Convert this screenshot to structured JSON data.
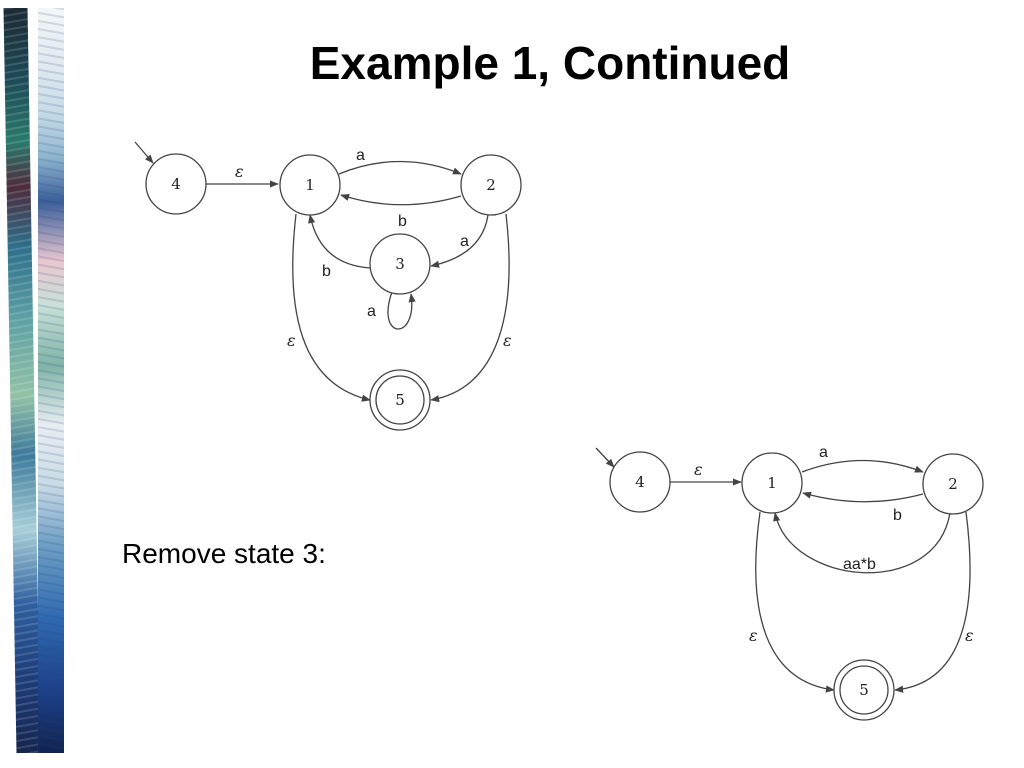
{
  "slide": {
    "title": "Example 1, Continued",
    "caption": "Remove state 3:"
  },
  "diagram_before": {
    "states": [
      {
        "id": "4",
        "label": "4",
        "initial": true,
        "accepting": false
      },
      {
        "id": "1",
        "label": "1",
        "initial": false,
        "accepting": false
      },
      {
        "id": "2",
        "label": "2",
        "initial": false,
        "accepting": false
      },
      {
        "id": "3",
        "label": "3",
        "initial": false,
        "accepting": false
      },
      {
        "id": "5",
        "label": "5",
        "initial": false,
        "accepting": true
      }
    ],
    "transitions": [
      {
        "from": "4",
        "to": "1",
        "label": "ε"
      },
      {
        "from": "1",
        "to": "2",
        "label": "a"
      },
      {
        "from": "2",
        "to": "1",
        "label": "b"
      },
      {
        "from": "2",
        "to": "3",
        "label": "a"
      },
      {
        "from": "3",
        "to": "1",
        "label": "b"
      },
      {
        "from": "3",
        "to": "3",
        "label": "a"
      },
      {
        "from": "1",
        "to": "5",
        "label": "ε"
      },
      {
        "from": "2",
        "to": "5",
        "label": "ε"
      }
    ]
  },
  "diagram_after": {
    "states": [
      {
        "id": "4",
        "label": "4",
        "initial": true,
        "accepting": false
      },
      {
        "id": "1",
        "label": "1",
        "initial": false,
        "accepting": false
      },
      {
        "id": "2",
        "label": "2",
        "initial": false,
        "accepting": false
      },
      {
        "id": "5",
        "label": "5",
        "initial": false,
        "accepting": true
      }
    ],
    "transitions": [
      {
        "from": "4",
        "to": "1",
        "label": "ε"
      },
      {
        "from": "1",
        "to": "2",
        "label": "a"
      },
      {
        "from": "2",
        "to": "1",
        "label": "b"
      },
      {
        "from": "2",
        "to": "1",
        "label": "aa*b"
      },
      {
        "from": "1",
        "to": "5",
        "label": "ε"
      },
      {
        "from": "2",
        "to": "5",
        "label": "ε"
      }
    ]
  },
  "colors": {
    "ink": "#444444",
    "text": "#000000"
  }
}
